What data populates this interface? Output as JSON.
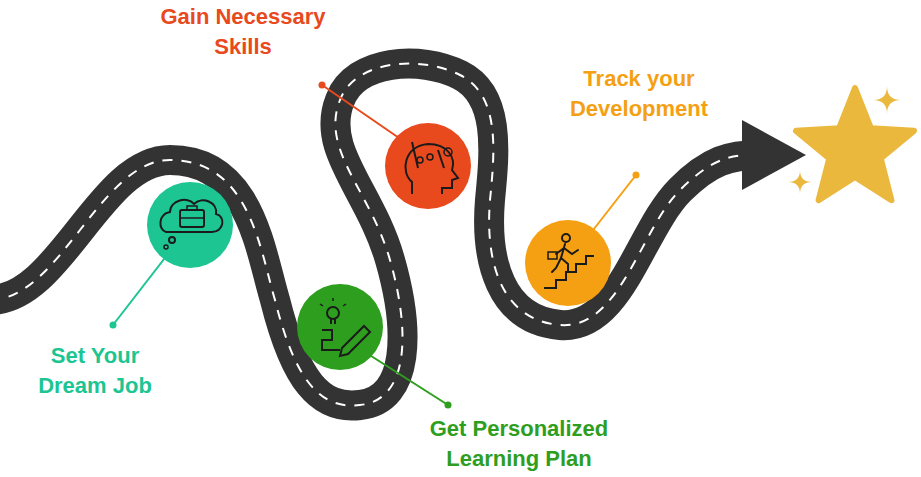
{
  "diagram": {
    "labels": [
      "Set Your Dream Job",
      "Get Personalized Learning Plan",
      "Gain Necessary Skills",
      "Track your Development"
    ]
  }
}
